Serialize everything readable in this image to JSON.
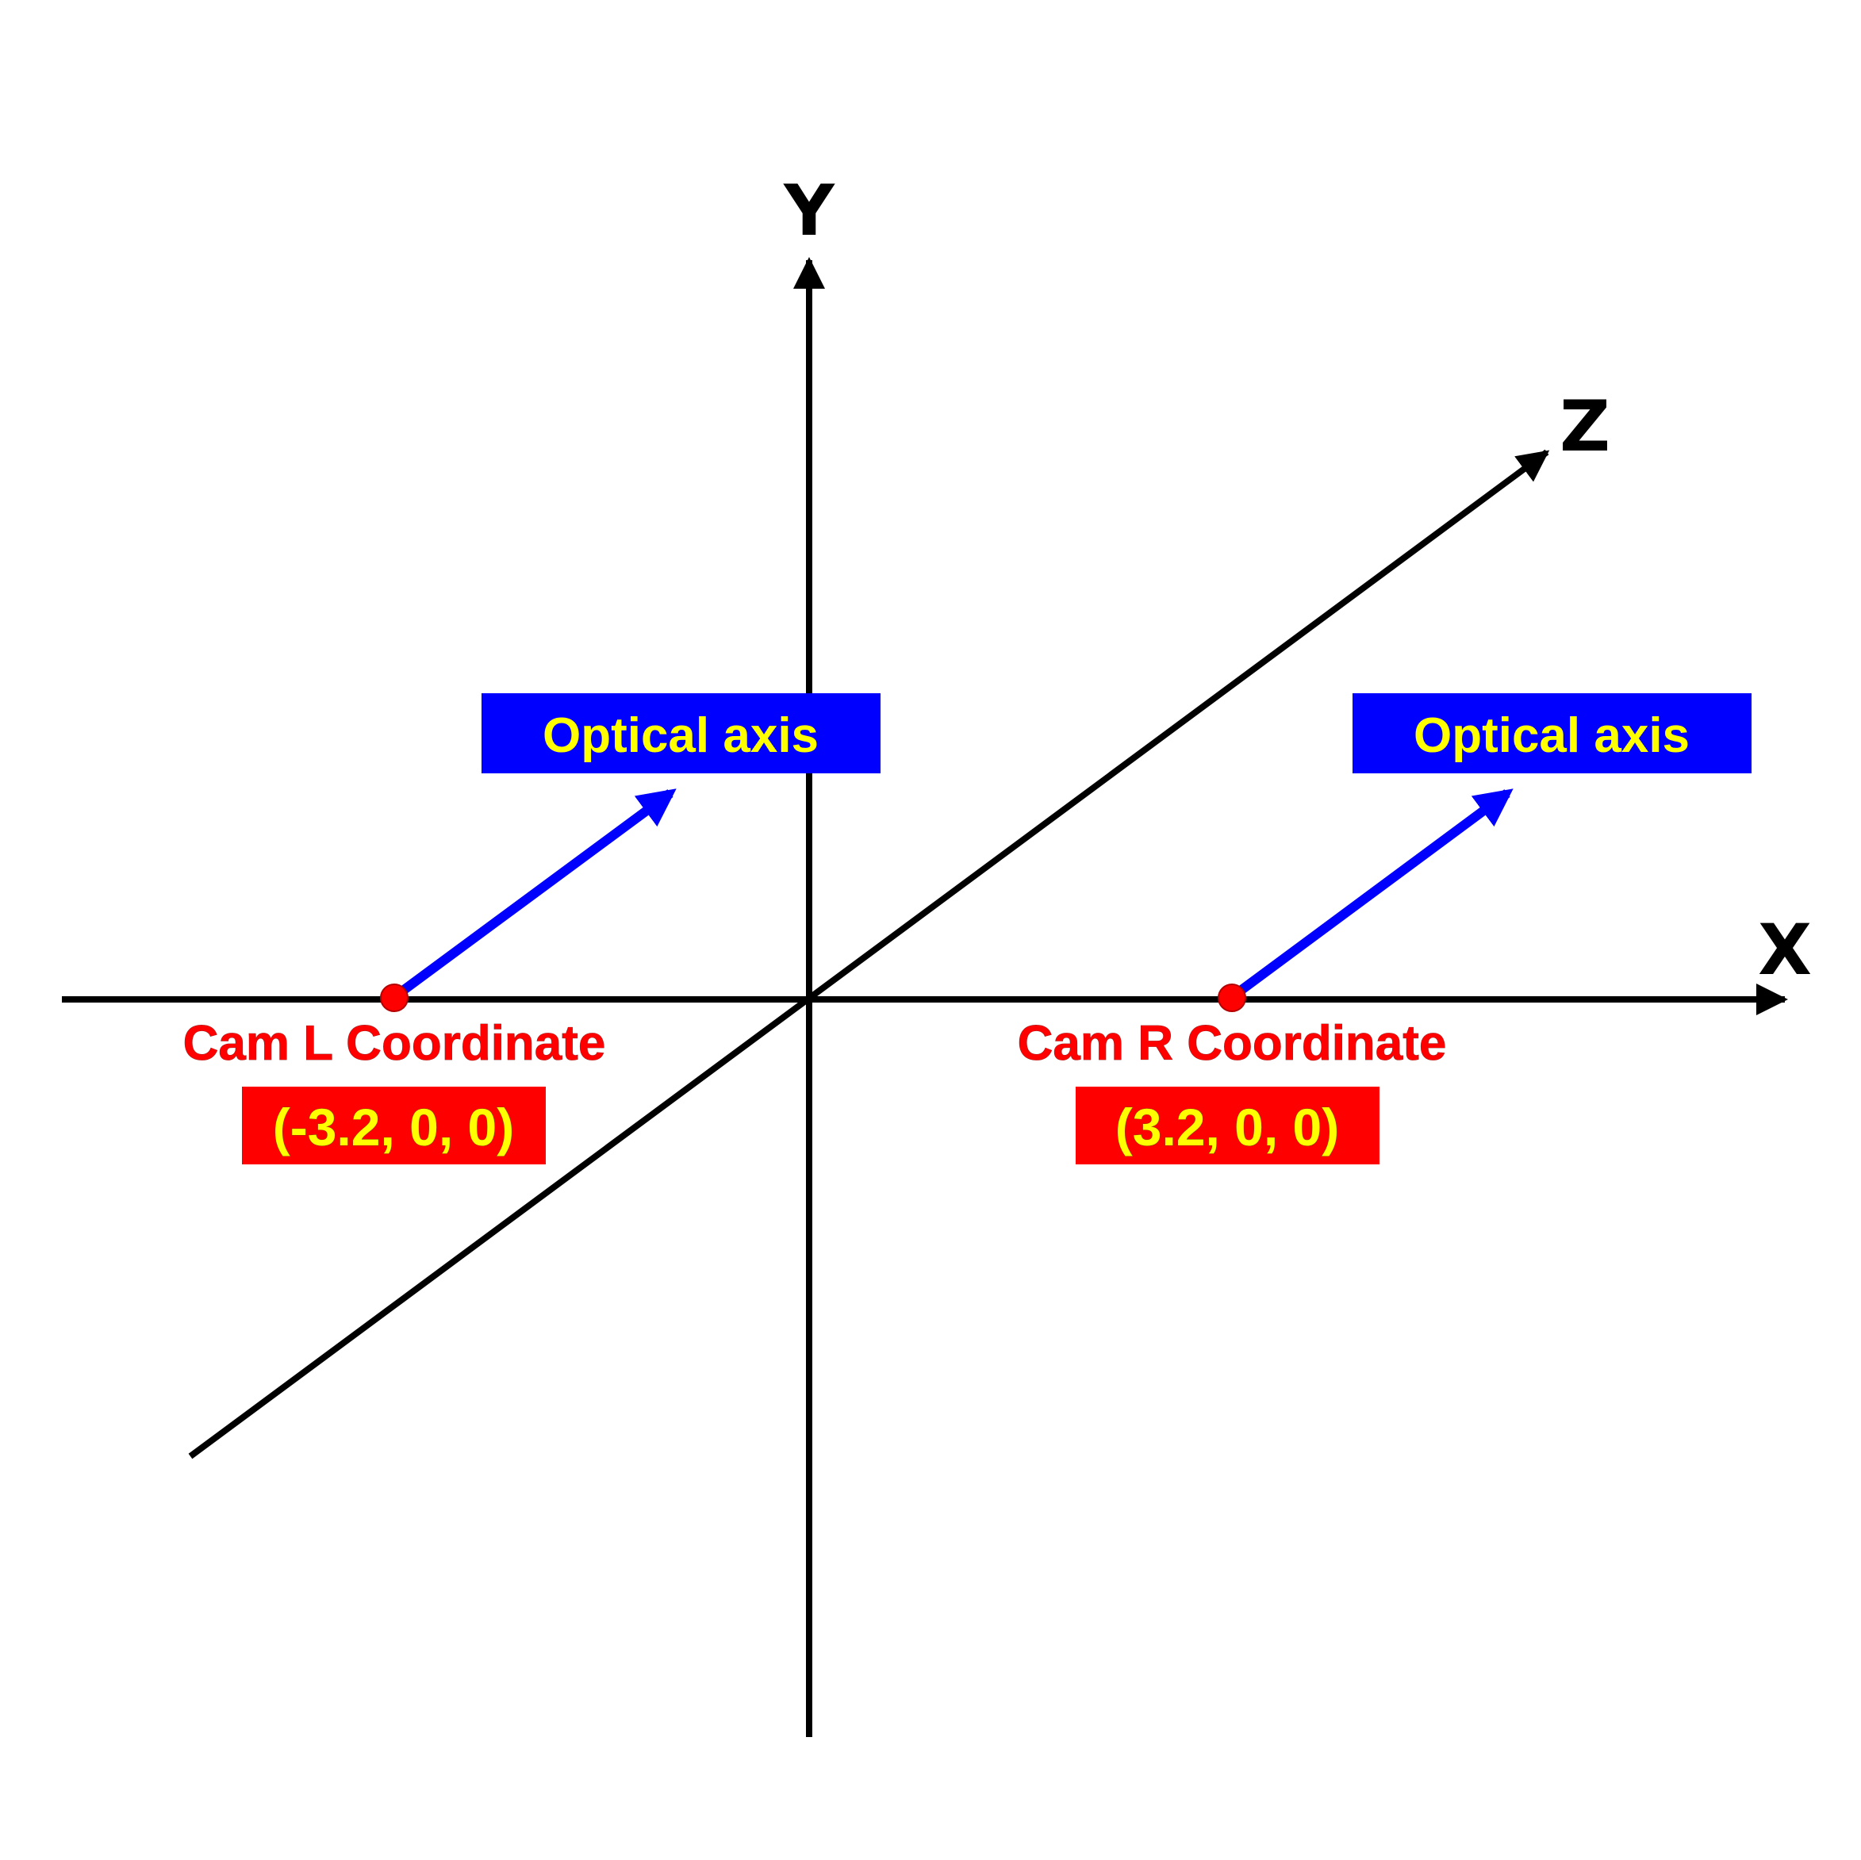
{
  "axes": {
    "x_label": "X",
    "y_label": "Y",
    "z_label": "Z"
  },
  "cameras": [
    {
      "name": "Cam L Coordinate",
      "coordinate": "(-3.2, 0, 0)",
      "axis_label": "Optical axis"
    },
    {
      "name": "Cam R Coordinate",
      "coordinate": "(3.2, 0, 0)",
      "axis_label": "Optical axis"
    }
  ],
  "colors": {
    "axis": "#000000",
    "optical_axis_arrow": "#0000ff",
    "optical_axis_box": "#0000ff",
    "optical_axis_text": "#ffff00",
    "camera_point": "#ff0000",
    "camera_label": "#ff0000",
    "coordinate_box": "#ff0000",
    "coordinate_text": "#ffff00"
  }
}
